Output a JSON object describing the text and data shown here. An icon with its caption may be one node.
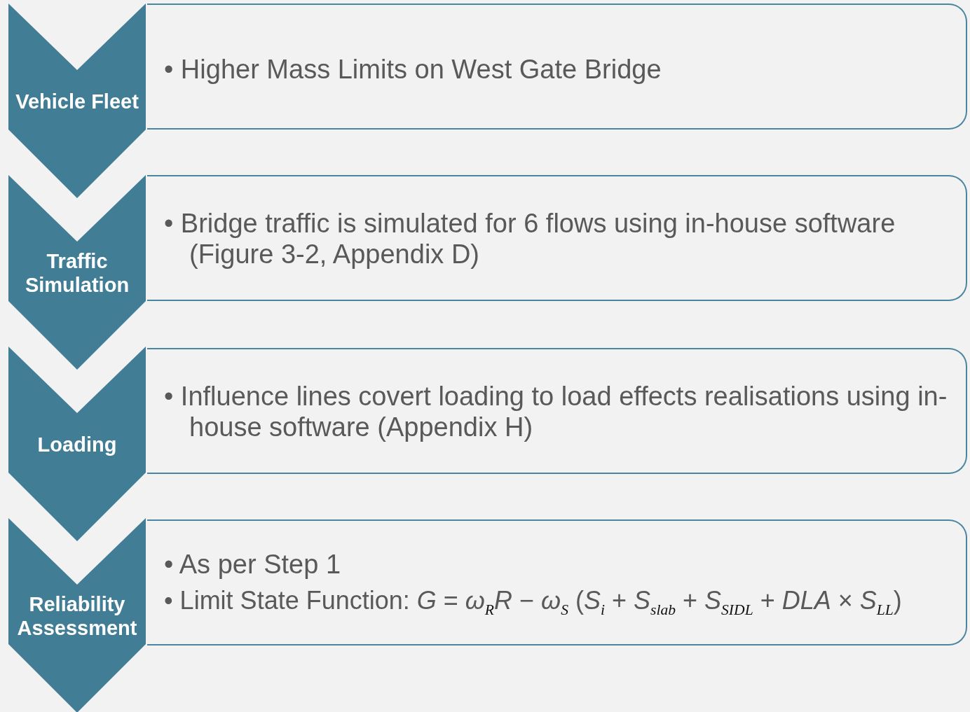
{
  "diagram": {
    "nodes": [
      {
        "text": [
          "Vehicle Fleet"
        ]
      },
      {
        "text": [
          "• Higher Mass Limits on West Gate Bridge"
        ]
      },
      {
        "text": [
          "Traffic Simulation"
        ]
      },
      {
        "text": [
          "• Bridge traffic is simulated for 6 flows using in-house software (Figure 3-2, Appendix D)"
        ]
      },
      {
        "text": [
          "Loading"
        ]
      },
      {
        "text": [
          "• Influence lines covert loading to load effects realisations using in-house software (Appendix H)"
        ]
      },
      {
        "text": [
          "Reliability Assessment"
        ]
      },
      {
        "text": [
          "• As per Step 1",
          "• Limit State Function: *G* = *ω*$_{R}$*R* − *ω*$_{S}$ (*S*$_{i}$ + *S*$_{slab}$ + *S*$_{SIDL}$ + *DLA* × *S*$_{LL}$)"
        ]
      }
    ],
    "edges": []
  }
}
